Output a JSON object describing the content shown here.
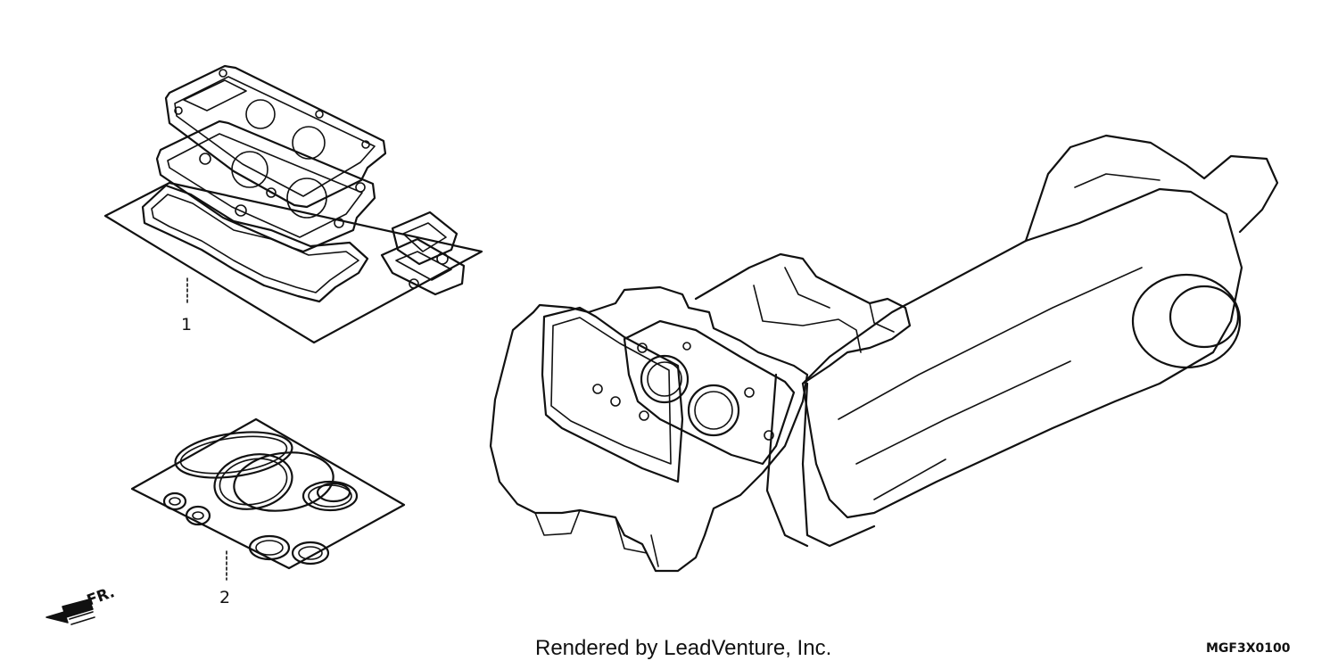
{
  "callouts": {
    "part_1": "1",
    "part_2": "2"
  },
  "direction_marker": {
    "label": "FR.",
    "icon": "front-direction-arrow-icon"
  },
  "footer": {
    "credit": "Rendered by LeadVenture, Inc.",
    "diagram_code": "MGF3X0100"
  }
}
